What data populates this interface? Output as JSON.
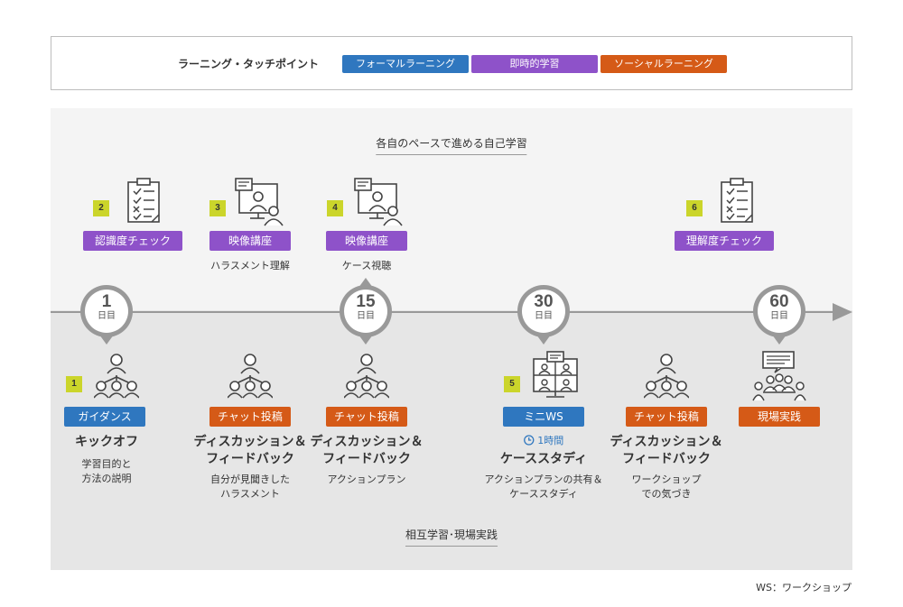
{
  "legend": {
    "title": "ラーニング・タッチポイント",
    "formal": "フォーマルラーニング",
    "instant": "即時的学習",
    "social": "ソーシャルラーニング"
  },
  "colors": {
    "formal": "#2f77bf",
    "instant": "#8e52c9",
    "social": "#d55a17",
    "badge": "#cbd52b"
  },
  "upper_label": "各自のペースで進める自己学習",
  "lower_label": "相互学習･現場実践",
  "markers": [
    {
      "num": "1",
      "unit": "日目"
    },
    {
      "num": "15",
      "unit": "日目"
    },
    {
      "num": "30",
      "unit": "日目"
    },
    {
      "num": "60",
      "unit": "日目"
    }
  ],
  "upper_items": [
    {
      "badge": "2",
      "tag": "認識度チェック",
      "caption": "",
      "icon": "checklist-icon"
    },
    {
      "badge": "3",
      "tag": "映像講座",
      "caption": "ハラスメント理解",
      "icon": "video-lecture-icon"
    },
    {
      "badge": "4",
      "tag": "映像講座",
      "caption": "ケース視聴",
      "icon": "video-lecture-icon"
    },
    {
      "badge": "6",
      "tag": "理解度チェック",
      "caption": "",
      "icon": "checklist-icon"
    }
  ],
  "lower_items": [
    {
      "badge": "1",
      "tag": "ガイダンス",
      "title1": "キックオフ",
      "title2": "",
      "caption1": "学習目的と",
      "caption2": "方法の説明",
      "icon": "group-icon"
    },
    {
      "badge": "",
      "tag": "チャット投稿",
      "title1": "ディスカッション＆",
      "title2": "フィードバック",
      "caption1": "自分が見聞きした",
      "caption2": "ハラスメント",
      "icon": "group-icon"
    },
    {
      "badge": "",
      "tag": "チャット投稿",
      "title1": "ディスカッション＆",
      "title2": "フィードバック",
      "caption1": "アクションプラン",
      "caption2": "",
      "icon": "group-icon"
    },
    {
      "badge": "5",
      "tag": "ミニWS",
      "duration": "1時間",
      "title1": "ケーススタディ",
      "title2": "",
      "caption1": "アクションプランの共有＆",
      "caption2": "ケーススタディ",
      "icon": "online-meeting-icon"
    },
    {
      "badge": "",
      "tag": "チャット投稿",
      "title1": "ディスカッション＆",
      "title2": "フィードバック",
      "caption1": "ワークショップ",
      "caption2": "での気づき",
      "icon": "group-icon"
    },
    {
      "badge": "",
      "tag": "現場実践",
      "title1": "",
      "title2": "",
      "caption1": "",
      "caption2": "",
      "icon": "meeting-table-icon"
    }
  ],
  "footnote": "WS：ワークショップ"
}
